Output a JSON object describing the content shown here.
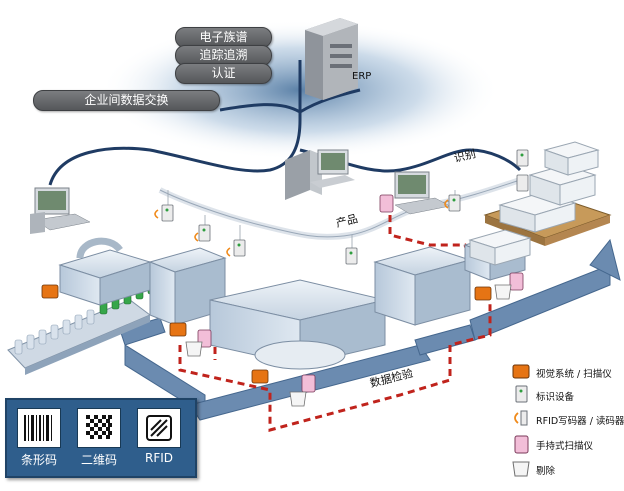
{
  "tags": [
    "电子族谱",
    "追踪追溯",
    "认证",
    "企业间数据交换"
  ],
  "erp_label": "ERP",
  "flow_labels": {
    "product": "产品",
    "identify": "识别",
    "data_check": "数据检验"
  },
  "codes": [
    {
      "icon": "barcode-icon",
      "label": "条形码"
    },
    {
      "icon": "qr-code-icon",
      "label": "二维码"
    },
    {
      "icon": "rfid-icon",
      "label": "RFID"
    }
  ],
  "legend": [
    {
      "icon": "vision-scanner-icon",
      "label": "视觉系统 / 扫描仪"
    },
    {
      "icon": "marking-device-icon",
      "label": "标识设备"
    },
    {
      "icon": "rfid-writer-icon",
      "label": "RFID写码器 / 读码器"
    },
    {
      "icon": "handheld-scanner-icon",
      "label": "手持式扫描仪"
    },
    {
      "icon": "reject-bin-icon",
      "label": "剔除"
    }
  ],
  "colors": {
    "conveyor": "#5d7fa6",
    "network": "#1f3b63",
    "reject_path": "#c0231c",
    "machine": "#c9d6e3"
  }
}
